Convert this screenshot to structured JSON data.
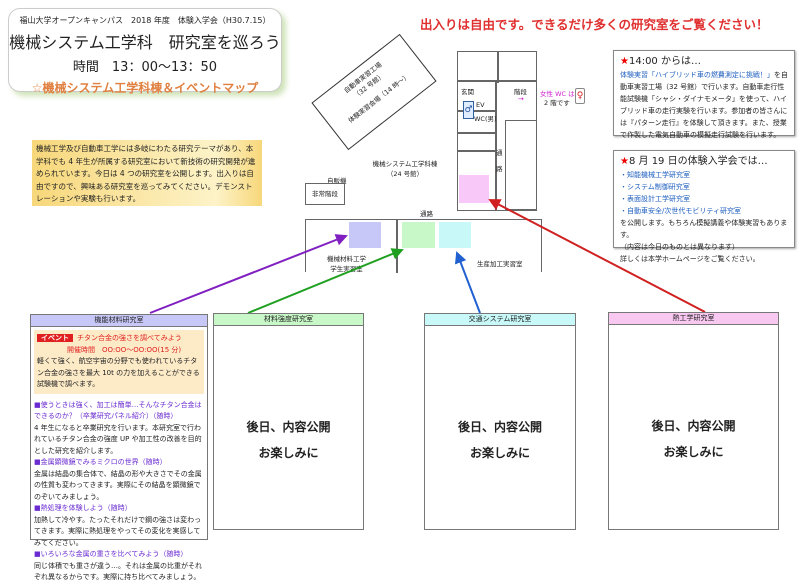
{
  "header": {
    "subtitle": "福山大学オープンキャンパス　2018 年度　体験入学会（H30.7.15）",
    "title": "機械システム工学科　研究室を巡ろう",
    "time": "時間　13：00～13：50",
    "map_title": "☆機械システム工学科棟＆イベントマップ"
  },
  "intro": "機械工学及び自動車工学には多岐にわたる研究テーマがあり、本学科でも 4 年生が所属する研究室において新技術の研究開発が進められています。今日は 4 つの研究室を公開します。出入りは自由ですので、興味ある研究室を巡ってみてください。デモンストレーションや実験も行います。",
  "headline": "出入りは自由です。できるだけ多くの研究室をご覧ください！",
  "box1": {
    "star": "★",
    "title": "14:00 からは…",
    "link": "体験実習「ハイブリッド車の燃費測定に挑戦！」",
    "text": "を自動車実習工場（32 号館）で行います。自動車走行性能試験機「シャシ・ダイナモメータ」を使って、ハイブリッド車の走行実験を行います。参加者の皆さんには『パターン走行』を体験して頂きます。また、授業で作製した電気自動車の模擬走行試験を行います。"
  },
  "box2": {
    "star": "★",
    "title": "8 月 19 日の体験入学会では…",
    "items": [
      "・知能機械工学研究室",
      "・システム制御研究室",
      "・表面設計工学研究室",
      "・自動車安全/次世代モビリティ研究室"
    ],
    "text1": "を公開します。もちろん模擬講義や体験実習もあります。",
    "text2": "（内容は今日のものとは異なります）",
    "text3": "詳しくは本学ホームページをご覧ください。"
  },
  "map": {
    "bldg32": "自動車実習工場",
    "bldg32_no": "（32 号館）",
    "bldg32_sub": "体験実習会場（14 時～）",
    "entrance": "玄関",
    "ev": "EV",
    "wc_m": "WC(男)",
    "stairs": "階段",
    "wc_f": "女性 WC は",
    "wc_f2": "2 階です",
    "corridor_v": "通路",
    "bldg24": "機械システム工学科棟",
    "bldg24_no": "（24 号館）",
    "vending": "自販機",
    "emergency": "非常階段",
    "corridor": "通路",
    "student_room": "機械材料工学",
    "student_room2": "学生実習室",
    "production": "生産加工実習室"
  },
  "cards": [
    {
      "title": "機能材料研究室",
      "color": "#c8c8f8",
      "event_tag": "イベント",
      "event_title": "チタン合金の強さを調べてみよう",
      "event_time": "開催時間　OO:OO～OO:OO(15 分)",
      "event_text": "軽くて強く、航空宇宙の分野でも使われているチタン合金の強さを最大 10t の力を加えることができる試験機で調べます。",
      "sections": [
        {
          "h": "■使うときは強く、加工は簡単…そんなチタン合金はできるのか？（卒業研究パネル紹介）（随時）",
          "t": "4 年生になると卒業研究を行います。本研究室で行われているチタン合金の強度 UP や加工性の改善を目的とした研究を紹介します。"
        },
        {
          "h": "■金属顕微鏡でみるミクロの世界（随時）",
          "t": "金属は結晶の集合体で、結晶の形や大きさでその金属の性質も変わってきます。実際にその結晶を顕微鏡でのぞいてみましょう。"
        },
        {
          "h": "■熱処理を体験しよう（随時）",
          "t": "加熱して冷やす。たったそれだけで鋼の強さは変わってきます。実際に熱処理をやってその変化を実感してみてください。"
        },
        {
          "h": "■いろいろな金属の重さを比べてみよう（随時）",
          "t": "同じ体積でも重さが違う…。それは金属の比重がそれぞれ異なるからです。実際に持ち比べてみましょう。"
        }
      ]
    },
    {
      "title": "材料強度研究室",
      "color": "#c8f8c8",
      "line1": "後日、内容公開",
      "line2": "お楽しみに"
    },
    {
      "title": "交通システム研究室",
      "color": "#c8f8f8",
      "line1": "後日、内容公開",
      "line2": "お楽しみに"
    },
    {
      "title": "熱工学研究室",
      "color": "#f8c8f0",
      "line1": "後日、内容公開",
      "line2": "お楽しみに"
    }
  ]
}
